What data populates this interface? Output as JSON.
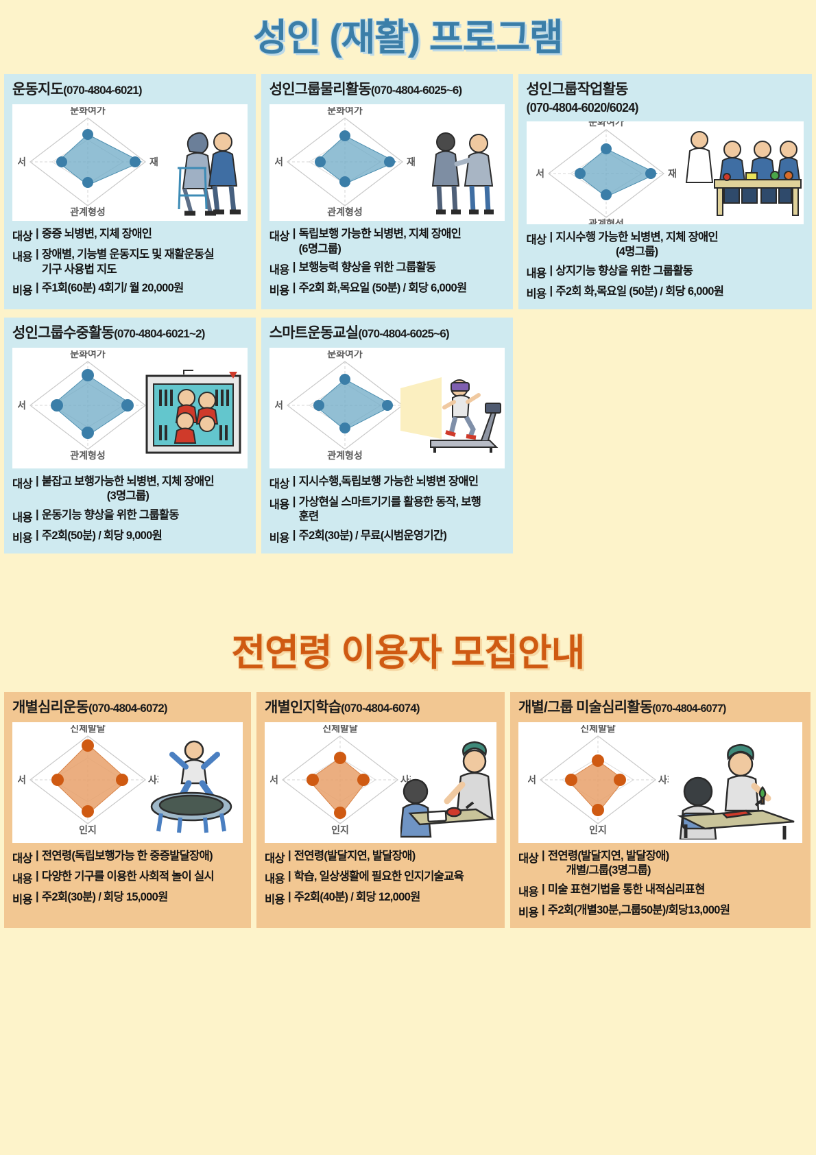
{
  "sections": [
    {
      "id": "adult-rehab",
      "title": "성인 (재활) 프로그램",
      "theme": "blue",
      "accent": "#3b7ea8",
      "card_bg": "#cfeaf0",
      "radar_axes": [
        "문화여가",
        "재활",
        "관계형성",
        "정서"
      ],
      "rows": [
        {
          "cards": [
            {
              "name": "운동지도",
              "phone": "(070-4804-6021)",
              "art": "walker-therapy",
              "radar_values": [
                0.48,
                0.92,
                0.42,
                0.78
              ],
              "details": [
                {
                  "label": "대상",
                  "value": "중증 뇌병변, 지체 장애인"
                },
                {
                  "label": "내용",
                  "value": "장애별, 기능별 운동지도 및 재활운동실",
                  "value2": "기구 사용법 지도",
                  "bold": true
                },
                {
                  "label": "비용",
                  "value": "주1회(60분) 4회기/ 월 20,000원"
                }
              ]
            },
            {
              "name": "성인그룹물리활동",
              "phone": "(070-4804-6025~6)",
              "art": "walking-pair",
              "radar_values": [
                0.48,
                0.88,
                0.4,
                0.72
              ],
              "details": [
                {
                  "label": "대상",
                  "value": "독립보행 가능한 뇌병변, 지체 장애인",
                  "value2": "(6명그룹)"
                },
                {
                  "label": "내용",
                  "value": "보행능력 향상을 위한 그룹활동"
                },
                {
                  "label": "비용",
                  "value": "주2회 화,목요일 (50분) / 회당 6,000원"
                }
              ]
            },
            {
              "name": "성인그룹작업활동",
              "phone": "(070-4804-6020/6024)",
              "phone_newline": true,
              "art": "table-work",
              "radar_values": [
                0.5,
                0.88,
                0.44,
                0.74
              ],
              "details": [
                {
                  "label": "대상",
                  "value": "지시수행 가능한 뇌병변, 지체 장애인",
                  "value2": "(4명그룹)"
                },
                {
                  "label": "내용",
                  "value": "상지기능 향상을 위한 그룹활동"
                },
                {
                  "label": "비용",
                  "value": "주2회 화,목요일 (50분) / 회당 6,000원"
                }
              ]
            }
          ]
        },
        {
          "cards": [
            {
              "name": "성인그룹수중활동",
              "phone": "(070-4804-6021~2)",
              "art": "pool",
              "radar_values": [
                0.58,
                0.8,
                0.56,
                0.72
              ],
              "details": [
                {
                  "label": "대상",
                  "value": "붙잡고 보행가능한 뇌병변, 지체 장애인",
                  "value2": "(3명그룹)"
                },
                {
                  "label": "내용",
                  "value": "운동기능 향상을 위한 그룹활동"
                },
                {
                  "label": "비용",
                  "value": "주2회(50분) / 회당 9,000원"
                }
              ]
            },
            {
              "name": "스마트운동교실",
              "phone": "(070-4804-6025~6)",
              "art": "treadmill-vr",
              "radar_values": [
                0.52,
                0.86,
                0.46,
                0.7
              ],
              "details": [
                {
                  "label": "대상",
                  "value": "지시수행,독립보행 가능한 뇌병변 장애인"
                },
                {
                  "label": "내용",
                  "value": "가상현실 스마트기기를 활용한 동작, 보행",
                  "value2": "훈련"
                },
                {
                  "label": "비용",
                  "value": "주2회(30분) / 무료(시범운영기간)"
                }
              ]
            }
          ]
        }
      ]
    },
    {
      "id": "all-ages",
      "title": "전연령 이용자 모집안내",
      "theme": "orange",
      "accent": "#cf5a12",
      "card_bg": "#f2c792",
      "radar_axes": [
        "신체발달",
        "사회성",
        "인지",
        "정서"
      ],
      "rows": [
        {
          "cards": [
            {
              "name": "개별심리운동",
              "phone": "(070-4804-6072)",
              "art": "trampoline",
              "radar_values": [
                0.8,
                0.62,
                0.78,
                0.72
              ],
              "details": [
                {
                  "label": "대상",
                  "value": "전연령(독립보행가능 한 중증발달장애)"
                },
                {
                  "label": "내용",
                  "value": "다양한 기구를 이용한 사회적 놀이 실시"
                },
                {
                  "label": "비용",
                  "value": "주2회(30분) / 회당 15,000원"
                }
              ]
            },
            {
              "name": "개별인지학습",
              "phone": "(070-4804-6074)",
              "art": "desk-learning",
              "radar_values": [
                0.62,
                0.5,
                0.82,
                0.7
              ],
              "details": [
                {
                  "label": "대상",
                  "value": "전연령(발달지연, 발달장애)"
                },
                {
                  "label": "내용",
                  "value": "학습, 일상생활에 필요한 인지기술교육"
                },
                {
                  "label": "비용",
                  "value": "주2회(40분) / 회당 12,000원"
                }
              ]
            },
            {
              "name": "개별/그룹 미술심리활동",
              "phone": "(070-4804-6077)",
              "art": "art-therapy",
              "radar_values": [
                0.58,
                0.52,
                0.8,
                0.68
              ],
              "details": [
                {
                  "label": "대상",
                  "value": "전연령(발달지연, 발달장애)",
                  "value2": "개별/그룹(3명그룹)"
                },
                {
                  "label": "내용",
                  "value": "미술 표현기법을 통한 내적심리표현"
                },
                {
                  "label": "비용",
                  "value": "주2회(개별30분,그룹50분)/회당13,000원"
                }
              ]
            }
          ]
        }
      ]
    }
  ],
  "colors": {
    "page_bg": "#fdf3ca",
    "blue_card": "#cfeaf0",
    "orange_card": "#f2c792",
    "blue_accent": "#3b7ea8",
    "orange_accent": "#cf5a12",
    "radar_blue_fill": "#6ea9c6",
    "radar_orange_fill": "#e8a06a",
    "radar_blue_dot": "#3b7ea8",
    "radar_orange_dot": "#cf5a12"
  }
}
